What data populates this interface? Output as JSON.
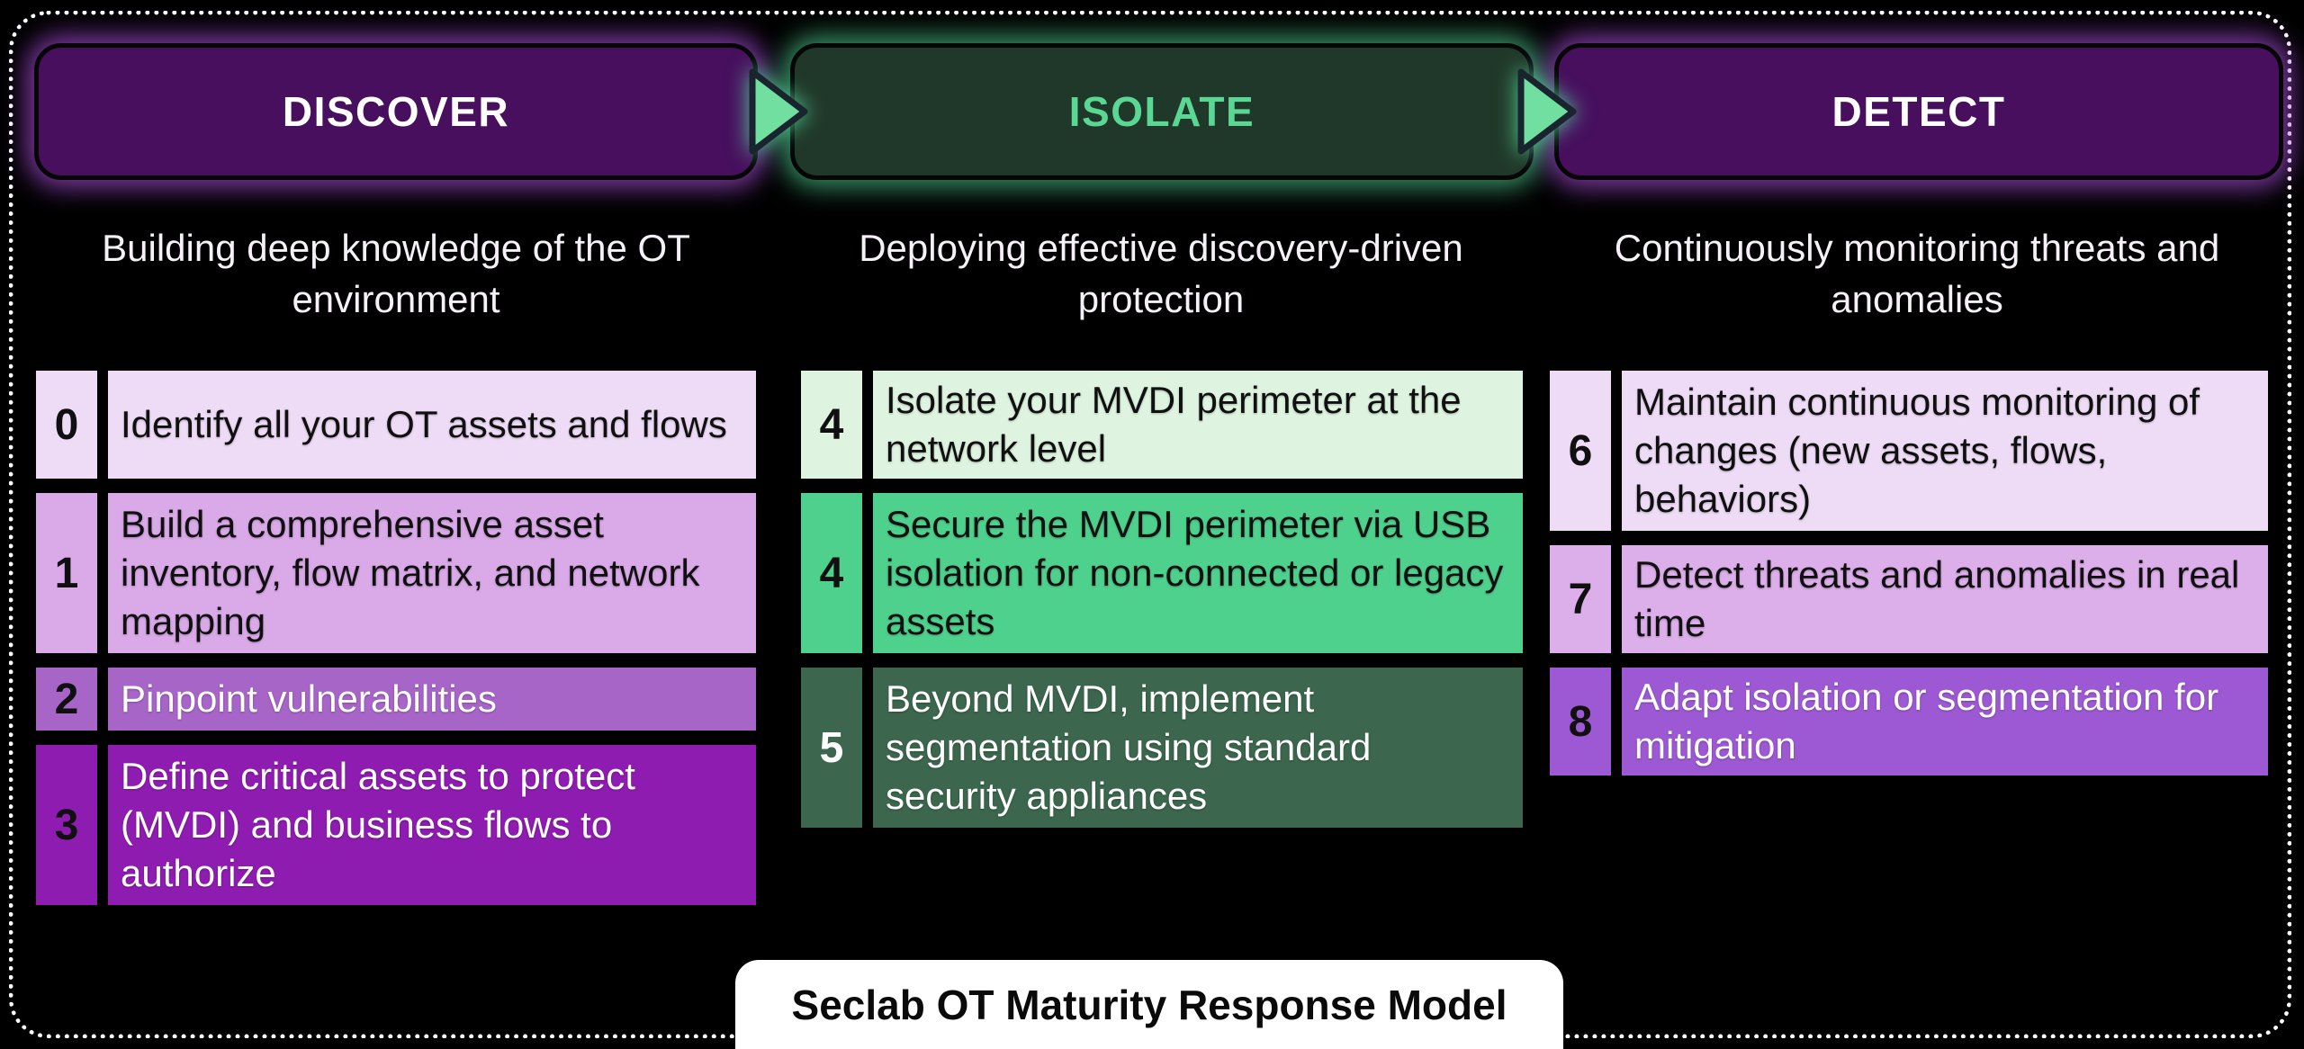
{
  "footer": {
    "label": "Seclab OT Maturity Response Model"
  },
  "palette": {
    "background": "#000000",
    "frame_dots": "#ffffff",
    "arrow_fill": "#70df9f",
    "arrow_stroke": "#19242f",
    "glow_purple": "#a84dda",
    "glow_green": "#57e0a0",
    "footer_bg": "#ffffff",
    "footer_fg": "#0a0a0a"
  },
  "columns": [
    {
      "header": "DISCOVER",
      "header_bg": "#470f5e",
      "header_fg": "#ffffff",
      "description": "Building deep knowledge of the OT environment",
      "steps": [
        {
          "num": "0",
          "text": "Identify all your OT assets and flows",
          "bg": "#eedcf6",
          "fg": "#101010",
          "num_color": "#101010"
        },
        {
          "num": "1",
          "text": "Build a comprehensive asset inventory, flow matrix, and network mapping",
          "bg": "#d9a9e8",
          "fg": "#101010",
          "num_color": "#101010"
        },
        {
          "num": "2",
          "text": "Pinpoint vulnerabilities",
          "bg": "#a765c8",
          "fg": "#ffffff",
          "num_color": "#101010"
        },
        {
          "num": "3",
          "text": "Define critical assets to protect (MVDI) and business flows to authorize",
          "bg": "#8e1cb0",
          "fg": "#ffffff",
          "num_color": "#101010"
        }
      ]
    },
    {
      "header": "ISOLATE",
      "header_bg": "#203829",
      "header_fg": "#5ad792",
      "description": "Deploying effective discovery-driven protection",
      "steps": [
        {
          "num": "4",
          "text": "Isolate your MVDI perimeter at the network level",
          "bg": "#def3e0",
          "fg": "#101010",
          "num_color": "#101010"
        },
        {
          "num": "4",
          "text": "Secure the MVDI perimeter via USB isolation for non-connected or legacy assets",
          "bg": "#4fd18e",
          "fg": "#101010",
          "num_color": "#101010"
        },
        {
          "num": "5",
          "text": "Beyond MVDI, implement segmentation using standard security appliances",
          "bg": "#3c664d",
          "fg": "#ffffff",
          "num_color": "#ffffff"
        }
      ]
    },
    {
      "header": "DETECT",
      "header_bg": "#470f5e",
      "header_fg": "#ffffff",
      "description": "Continuously monitoring threats and anomalies",
      "steps": [
        {
          "num": "6",
          "text": "Maintain continuous monitoring of changes (new assets, flows, behaviors)",
          "bg": "#eedcf6",
          "fg": "#101010",
          "num_color": "#101010"
        },
        {
          "num": "7",
          "text": "Detect threats and anomalies in real time",
          "bg": "#dcaeea",
          "fg": "#101010",
          "num_color": "#101010"
        },
        {
          "num": "8",
          "text": "Adapt isolation or segmentation for mitigation",
          "bg": "#9c59d3",
          "fg": "#ffffff",
          "num_color": "#101010"
        }
      ]
    }
  ]
}
